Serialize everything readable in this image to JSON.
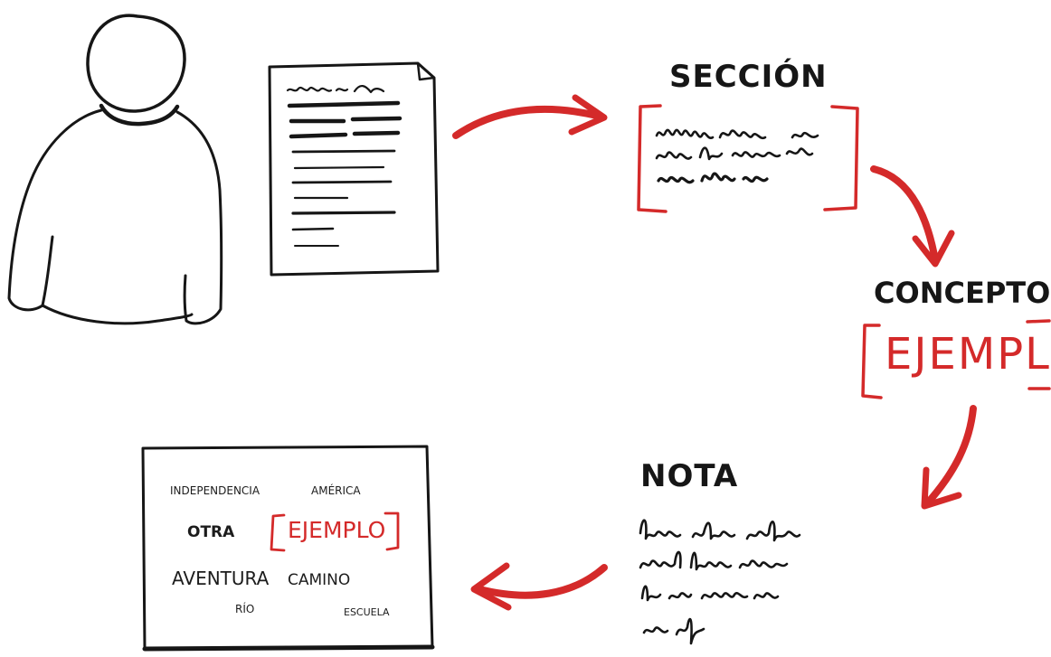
{
  "colors": {
    "ink": "#161616",
    "accent": "#d42a2a",
    "paper": "#ffffff"
  },
  "icons": [
    "person-icon",
    "document-icon",
    "arrow-icon",
    "bracket-icon",
    "scribble-text-icon",
    "word-board-icon"
  ],
  "steps": {
    "section": {
      "title": "SECCIÓN"
    },
    "concept": {
      "title": "CONCEPTO",
      "example": "EJEMPLO"
    },
    "note": {
      "title": "NOTA"
    }
  },
  "board": {
    "words": {
      "independencia": "INDEPENDENCIA",
      "america": "AMÉRICA",
      "otra": "OTRA",
      "ejemplo": "EJEMPLO",
      "aventura": "AVENTURA",
      "camino": "CAMINO",
      "rio": "RÍO",
      "escuela": "ESCUELA"
    }
  }
}
